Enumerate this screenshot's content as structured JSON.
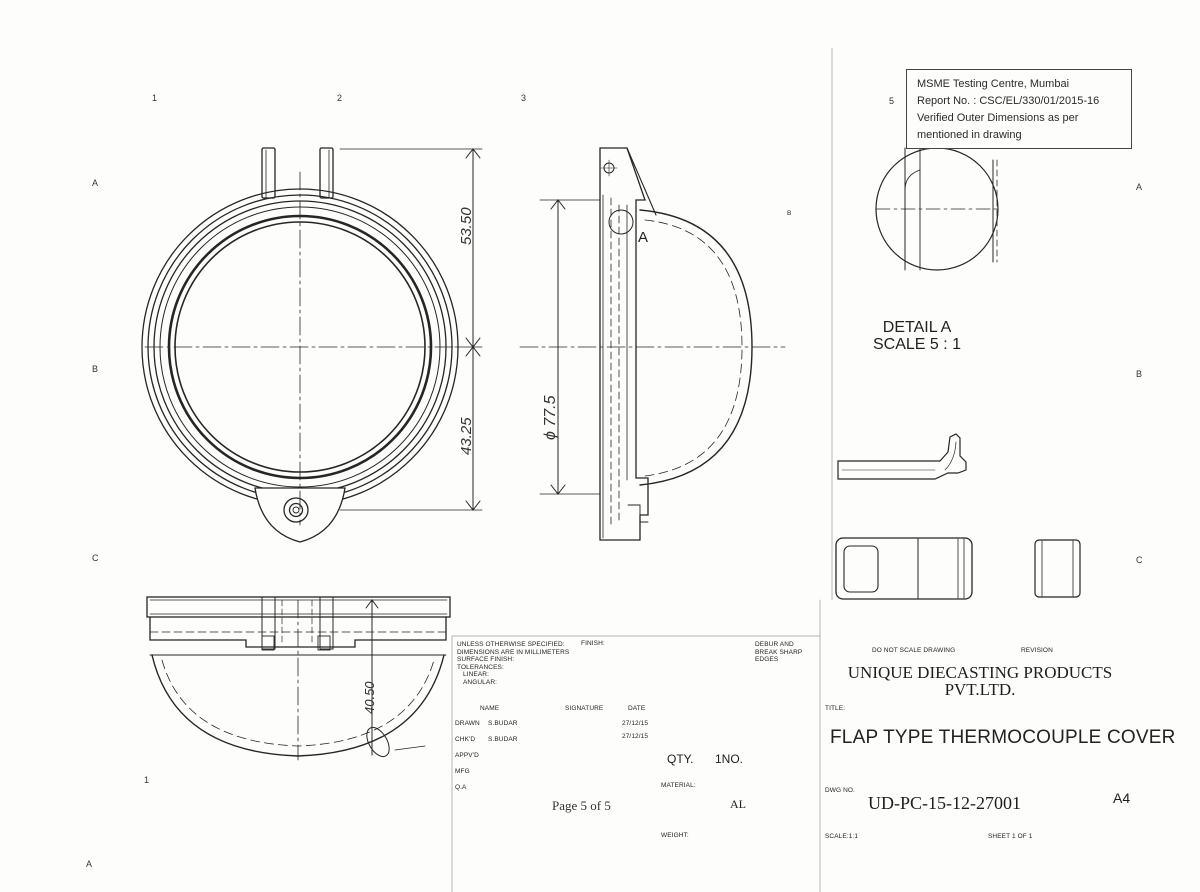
{
  "zones": {
    "top": [
      "1",
      "2",
      "3",
      "5"
    ],
    "left": [
      "A",
      "B",
      "C"
    ],
    "right": [
      "A",
      "B",
      "C"
    ],
    "bottom_left_number": "1",
    "bottom_left_letter": "A",
    "mark_b": "B"
  },
  "stamp": {
    "line1": "MSME Testing Centre, Mumbai",
    "line2": "Report No. : CSC/EL/330/01/2015-16",
    "line3": "Verified Outer Dimensions as per",
    "line4": "mentioned in drawing"
  },
  "dimensions": {
    "d1": "53.50",
    "d2": "43.25",
    "d3": "ϕ 77.5",
    "d4": "40.50",
    "section_mark": "A"
  },
  "detail": {
    "title": "DETAIL A",
    "scale": "SCALE 5 : 1"
  },
  "title_block": {
    "spec_lines": [
      "UNLESS OTHERWISE SPECIFIED:",
      "DIMENSIONS ARE IN MILLIMETERS",
      "SURFACE FINISH:",
      "TOLERANCES:",
      "LINEAR:",
      "ANGULAR:"
    ],
    "finish_label": "FINISH:",
    "debur": [
      "DEBUR AND",
      "BREAK SHARP",
      "EDGES"
    ],
    "do_not_scale": "DO NOT SCALE DRAWING",
    "revision": "REVISION",
    "company_line1": "UNIQUE DIECASTING PRODUCTS",
    "company_line2": "PVT.LTD.",
    "col_name": "NAME",
    "col_signature": "SIGNATURE",
    "col_date": "DATE",
    "rows": [
      {
        "role": "DRAWN",
        "name": "S.BUDAR",
        "date": "27/12/15"
      },
      {
        "role": "CHK'D",
        "name": "S.BUDAR",
        "date": "27/12/15"
      },
      {
        "role": "APPV'D",
        "name": "",
        "date": ""
      },
      {
        "role": "MFG",
        "name": "",
        "date": ""
      },
      {
        "role": "Q.A",
        "name": "",
        "date": ""
      }
    ],
    "title_label": "TITLE:",
    "title": "FLAP TYPE THERMOCOUPLE COVER",
    "qty": "QTY.",
    "qty_value": "1NO.",
    "material_label": "MATERIAL:",
    "material_value": "AL",
    "weight_label": "WEIGHT:",
    "dwg_label": "DWG NO.",
    "dwg_no": "UD-PC-15-12-27001",
    "sheet_size": "A4",
    "scale": "SCALE:1:1",
    "sheet": "SHEET 1 OF 1",
    "page": "Page 5 of 5"
  }
}
